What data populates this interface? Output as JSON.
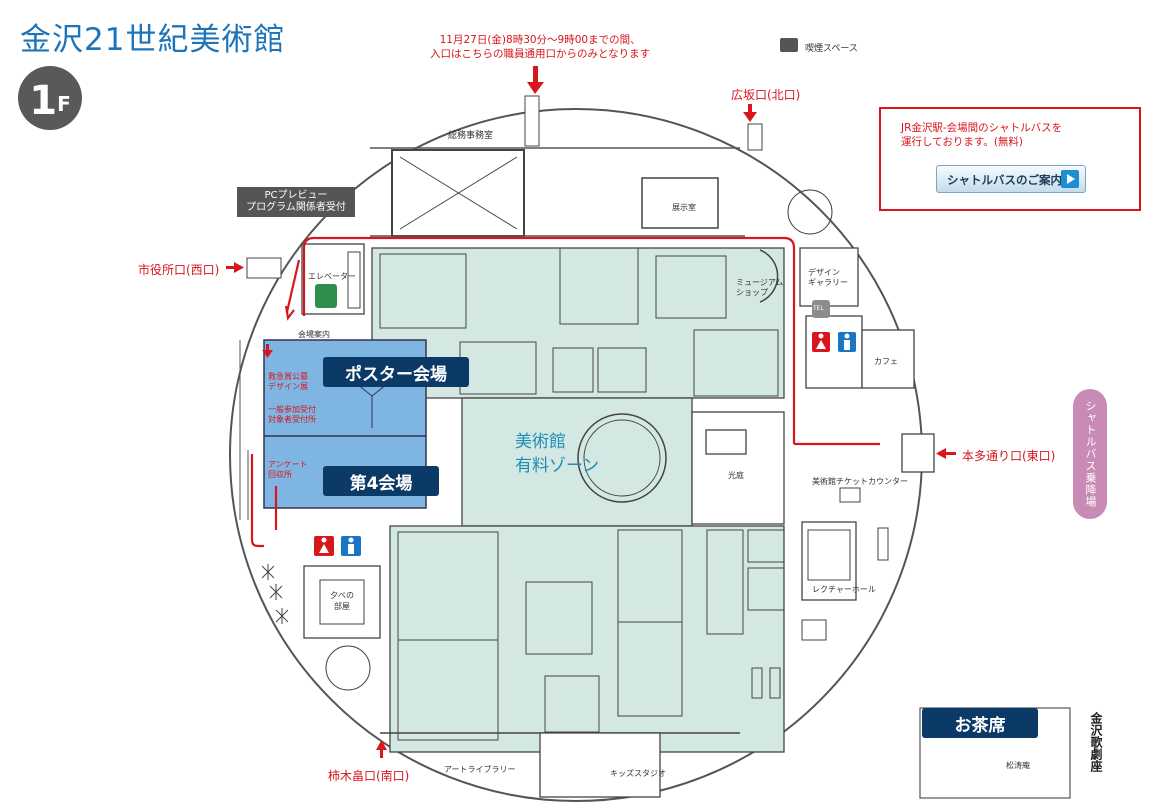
{
  "title": "金沢21世紀美術館",
  "floor": {
    "number": "1",
    "unit": "F"
  },
  "notice": {
    "line1": "11月27日(金)8時30分～9時00までの間、",
    "line2": "入口はこちらの職員通用口からのみとなります"
  },
  "smoking": {
    "label": "喫煙スペース"
  },
  "shuttle": {
    "text_line1": "JR金沢駅-会場間のシャトルバスを",
    "text_line2": "運行しております。(無料)",
    "button_label": "シャトルバスのご案内",
    "stop_label": "シャトルバス乗降場"
  },
  "entrances": {
    "north": "広坂口(北口)",
    "west": "市役所口(西口)",
    "east": "本多通り口(東口)",
    "south": "柿木畠口(南口)"
  },
  "labels": {
    "pc_preview_line1": "PCプレビュー",
    "pc_preview_line2": "プログラム関係者受付",
    "poster_hall": "ポスター会場",
    "hall4": "第4会場",
    "tea": "お茶席",
    "theater": "金沢歌劇座",
    "museum_zone_line1": "美術館",
    "museum_zone_line2": "有料ゾーン",
    "office": "総務事務室",
    "exhibition_room": "展示室",
    "elevator": "エレベーター",
    "info": "会場案内",
    "museum_shop_line1": "ミュージアム",
    "museum_shop_line2": "ショップ",
    "design_gallery_line1": "デザイン",
    "design_gallery_line2": "ギャラリー",
    "cafe": "カフェ",
    "tel": "TEL",
    "light_court": "光庭",
    "ticket_counter": "美術館チケットカウンター",
    "lecture_hall": "レクチャーホール",
    "kids_room_line1": "夕べの",
    "kids_room_line2": "部屋",
    "art_library": "アートライブラリー",
    "kids_studio": "キッズスタジオ",
    "shotoan": "松涛庵",
    "award_line1": "救急賞公募",
    "award_line2": "デザイン展",
    "general_reg_line1": "一般参加受付",
    "general_reg_line2": "対象者受付所",
    "survey_line1": "アンケート",
    "survey_line2": "回収所"
  },
  "colors": {
    "accent_blue": "#1d74b8",
    "entrance_red": "#d7161d",
    "paid_zone": "#d3e8e3",
    "venue_blue": "#7fb5e3",
    "label_navy": "#0c3a66",
    "shuttle_pink": "#c98ab6"
  }
}
